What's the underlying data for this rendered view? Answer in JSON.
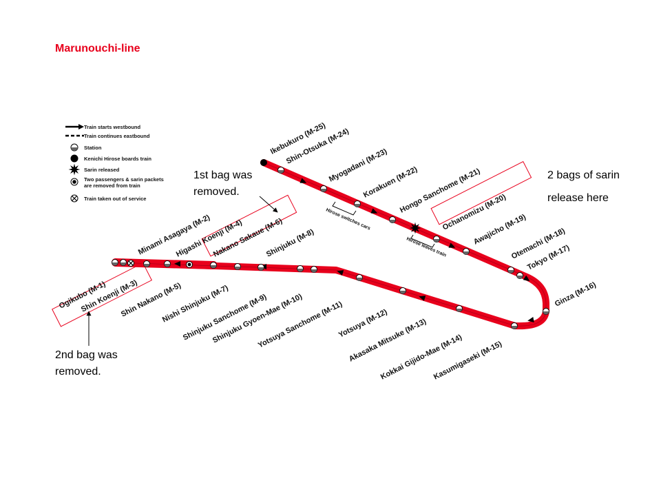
{
  "title": "Marunouchi-line",
  "notes": {
    "first_bag": [
      "1st bag was",
      "removed."
    ],
    "second_bag": [
      "2nd bag was",
      "removed."
    ],
    "sarin_release": [
      "2 bags of sarin",
      "release here"
    ]
  },
  "legend": [
    {
      "symbol": "arrow",
      "label": "Train starts westbound"
    },
    {
      "symbol": "dashed",
      "label": "Train continues eastbound"
    },
    {
      "symbol": "station",
      "label": "Station"
    },
    {
      "symbol": "boards",
      "label": "Kenichi Hirose boards train"
    },
    {
      "symbol": "sarin",
      "label": "Sarin released"
    },
    {
      "symbol": "removed",
      "label": "Two passengers & sarin packets",
      "label2": "are removed from train"
    },
    {
      "symbol": "out",
      "label": "Train taken out of service"
    }
  ],
  "annotations": {
    "switch": "Hirose switches cars",
    "leaves": "Hirose leaves train"
  },
  "stations": [
    {
      "id": "M-25",
      "name": "Ikebukuro (M-25)",
      "symbol": "boards"
    },
    {
      "id": "M-24",
      "name": "Shin-Otsuka (M-24)",
      "symbol": "station"
    },
    {
      "id": "M-23",
      "name": "Myogadani (M-23)",
      "symbol": "station"
    },
    {
      "id": "M-22",
      "name": "Korakuen (M-22)",
      "symbol": "station"
    },
    {
      "id": "M-21",
      "name": "Hongo Sanchome (M-21)",
      "symbol": "station"
    },
    {
      "id": "M-20",
      "name": "Ochanomizu (M-20)",
      "symbol": "station"
    },
    {
      "id": "M-19",
      "name": "Awajicho (M-19)",
      "symbol": "station"
    },
    {
      "id": "M-18",
      "name": "Otemachi (M-18)",
      "symbol": "station"
    },
    {
      "id": "M-17",
      "name": "Tokyo (M-17)",
      "symbol": "station"
    },
    {
      "id": "M-16",
      "name": "Ginza (M-16)",
      "symbol": "station"
    },
    {
      "id": "M-15",
      "name": "Kasumigaseki (M-15)",
      "symbol": "station"
    },
    {
      "id": "M-14",
      "name": "Kokkai Gijido-Mae (M-14)",
      "symbol": "station"
    },
    {
      "id": "M-13",
      "name": "Akasaka Mitsuke (M-13)",
      "symbol": "station"
    },
    {
      "id": "M-12",
      "name": "Yotsuya (M-12)",
      "symbol": "station"
    },
    {
      "id": "M-11",
      "name": "Yotsuya Sanchome (M-11)",
      "symbol": "station"
    },
    {
      "id": "M-10",
      "name": "Shinjuku Gyoen-Mae (M-10)",
      "symbol": "station"
    },
    {
      "id": "M-9",
      "name": "Shinjuku Sanchome (M-9)",
      "symbol": "station"
    },
    {
      "id": "M-8",
      "name": "Shinjuku (M-8)",
      "symbol": "station"
    },
    {
      "id": "M-7",
      "name": "Nishi Shinjuku (M-7)",
      "symbol": "station"
    },
    {
      "id": "M-6",
      "name": "Nakano Sakaue (M-6)",
      "symbol": "removed"
    },
    {
      "id": "M-5",
      "name": "Shin Nakano (M-5)",
      "symbol": "station"
    },
    {
      "id": "M-4",
      "name": "Higashi Koenji (M-4)",
      "symbol": "station"
    },
    {
      "id": "M-3",
      "name": "Shin Koenji (M-3)",
      "symbol": "out"
    },
    {
      "id": "M-2",
      "name": "Minami Asagaya (M-2)",
      "symbol": "station"
    },
    {
      "id": "M-1",
      "name": "Ogikubo (M-1)",
      "symbol": "station"
    }
  ],
  "colors": {
    "line": "#e8001c",
    "highlight": "#e8001c",
    "text": "#111111"
  }
}
